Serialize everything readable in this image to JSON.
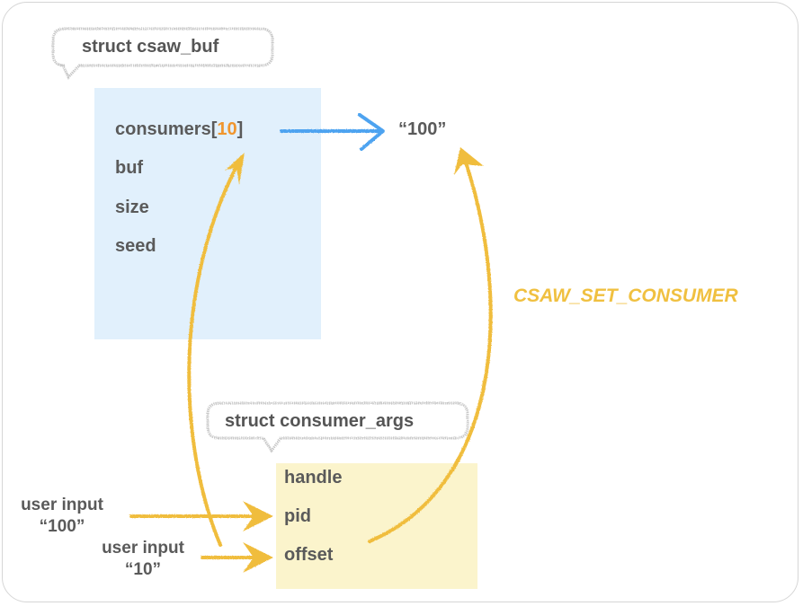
{
  "diagram": {
    "structs": [
      {
        "name": "struct csaw_buf",
        "fields": [
          {
            "name": "consumers[",
            "index": "10",
            "suffix": "]"
          },
          {
            "name": "buf"
          },
          {
            "name": "size"
          },
          {
            "name": "seed"
          }
        ]
      },
      {
        "name": "struct consumer_args",
        "fields": [
          {
            "name": "handle"
          },
          {
            "name": "pid"
          },
          {
            "name": "offset"
          }
        ]
      }
    ],
    "value_label": "“100”",
    "ioctl_label": "CSAW_SET_CONSUMER",
    "inputs": [
      {
        "line1": "user input",
        "line2": "“100”"
      },
      {
        "line1": "user input",
        "line2": "“10”"
      }
    ],
    "colors": {
      "struct_box_blue": "#e1f0fc",
      "struct_box_yellow": "#fbf4cc",
      "arrow_blue": "#4ea3f0",
      "arrow_yellow": "#f0bd3c",
      "index_orange": "#f0962e",
      "text_gray": "#5a5a5a",
      "callout_border": "#c8c8c8"
    }
  }
}
